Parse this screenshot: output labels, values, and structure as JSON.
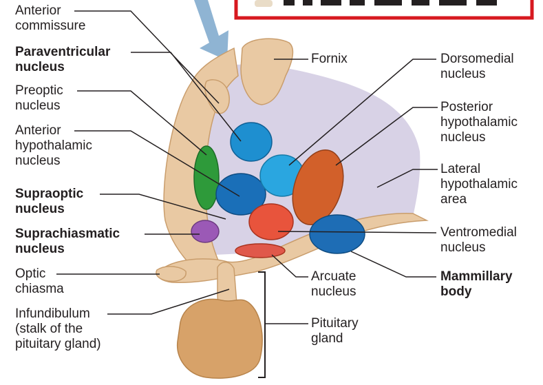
{
  "colors": {
    "title_box_border": "#d71920",
    "tissue": "#e9c9a3",
    "tissue_dark": "#c99d6c",
    "hypothalamus_shade": "#d8d2e6",
    "arrow": "#8fb4d3",
    "paraventricular": "#1e8fd0",
    "preoptic": "#2e9a3a",
    "anterior_hypothalamic": "#1a6fb8",
    "dorsomedial": "#2aa6e0",
    "posterior_hypothalamic": "#d2602a",
    "supraoptic": "#9b59b6",
    "ventromedial": "#e8543c",
    "arcuate": "#e0584a",
    "mammillary": "#1e6db5",
    "pituitary": "#d7a269",
    "leader_line": "#231f20"
  },
  "labels": {
    "anterior_commissure": "Anterior\ncommissure",
    "paraventricular": "Paraventricular\nnucleus",
    "preoptic": "Preoptic\nnucleus",
    "anterior_hypothalamic": "Anterior\nhypothalamic\nnucleus",
    "supraoptic": "Supraoptic\nnucleus",
    "suprachiasmatic": "Suprachiasmatic\nnucleus",
    "optic_chiasma": "Optic\nchiasma",
    "infundibulum": "Infundibulum\n(stalk of the\npituitary gland)",
    "fornix": "Fornix",
    "dorsomedial": "Dorsomedial\nnucleus",
    "posterior_hypothalamic": "Posterior\nhypothalamic\nnucleus",
    "lateral_hypothalamic": "Lateral\nhypothalamic\narea",
    "ventromedial": "Ventromedial\nnucleus",
    "mammillary": "Mammillary\nbody",
    "arcuate": "Arcuate\nnucleus",
    "pituitary": "Pituitary\ngland"
  }
}
